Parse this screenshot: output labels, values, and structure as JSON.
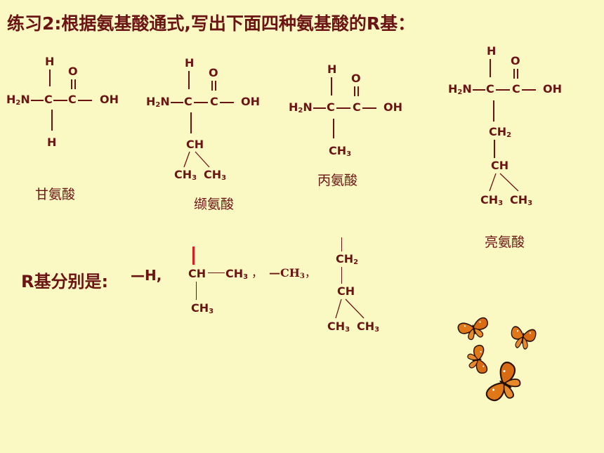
{
  "title": "练习2:根据氨基酸通式,写出下面四种氨基酸的R基：",
  "atoms": {
    "H": "H",
    "O": "O",
    "H2": "H",
    "N": "N",
    "C": "C",
    "OH": "OH",
    "CH": "CH",
    "CH2": "CH",
    "CH3": "CH",
    "sub2": "2",
    "sub3": "3"
  },
  "amino_acids": {
    "glycine": "甘氨酸",
    "valine": "缬氨酸",
    "alanine": "丙氨酸",
    "leucine": "亮氨酸"
  },
  "r_groups": {
    "label": "R基分别是:",
    "h_group": "—H,",
    "methyl": "—CH3，",
    "methyl_prefix": "—CH",
    "methyl_suffix": "，",
    "comma": "，"
  },
  "decorations": [
    "butterfly-icon",
    "butterfly-icon",
    "butterfly-icon",
    "butterfly-icon"
  ]
}
